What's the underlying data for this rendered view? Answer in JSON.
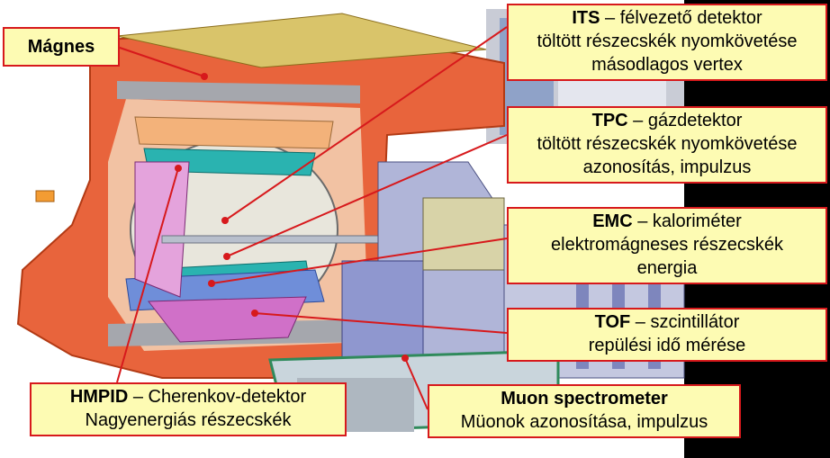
{
  "labels": {
    "magnes": {
      "title": "Mágnes"
    },
    "its": {
      "title": "ITS",
      "sep": " – ",
      "subtitle": "félvezető detektor",
      "line2": "töltött részecskék nyomkövetése",
      "line3": "másodlagos vertex"
    },
    "tpc": {
      "title": "TPC",
      "sep": " – ",
      "subtitle": "gázdetektor",
      "line2": "töltött részecskék nyomkövetése",
      "line3": "azonosítás, impulzus"
    },
    "emc": {
      "title": "EMC",
      "sep": " – ",
      "subtitle": "kaloriméter",
      "line2": "elektromágneses részecskék",
      "line3": "energia"
    },
    "tof": {
      "title": "TOF",
      "sep": " – ",
      "subtitle": "szcintillátor",
      "line2": "repülési idő mérése"
    },
    "hmpid": {
      "title": "HMPID",
      "sep": " – ",
      "subtitle": "Cherenkov-detektor",
      "line2": "Nagyenergiás részecskék"
    },
    "muon": {
      "title": "Muon spectrometer",
      "line2": "Müonok azonosítása, impulzus"
    }
  },
  "colors": {
    "box_fill": "#fdfbb3",
    "box_border": "#d7191c",
    "leader_line": "#d7191c",
    "magnet": "#e8643c",
    "background": "#000000"
  }
}
